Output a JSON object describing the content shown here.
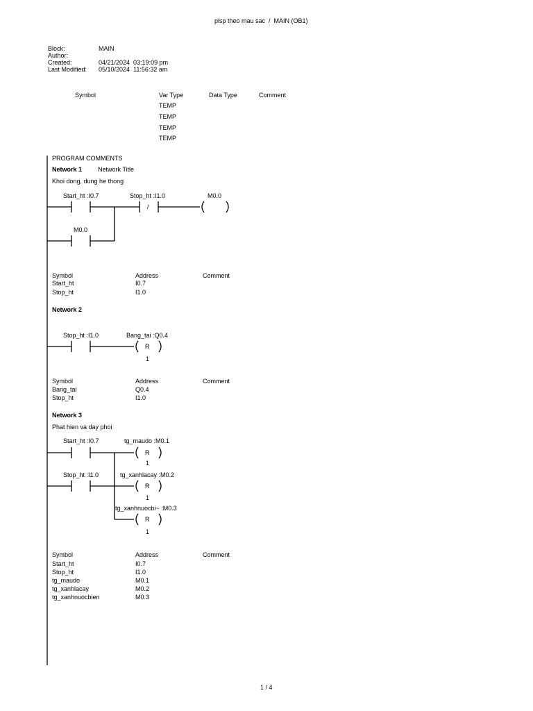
{
  "header": {
    "title": "plsp theo mau sac  /  MAIN (OB1)"
  },
  "block_info": {
    "block_label": "Block:",
    "block_value": "MAIN",
    "author_label": "Author:",
    "author_value": "",
    "created_label": "Created:",
    "created_value": "04/21/2024  03:19:09 pm",
    "modified_label": "Last Modified:",
    "modified_value": "05/10/2024  11:56:32 am"
  },
  "var_table": {
    "headers": [
      "Symbol",
      "Var Type",
      "Data Type",
      "Comment"
    ],
    "rows": [
      "TEMP",
      "TEMP",
      "TEMP",
      "TEMP"
    ]
  },
  "program_comments": "PROGRAM COMMENTS",
  "networks": [
    {
      "title": "Network 1",
      "subtitle": "Network Title",
      "comment": "Khoi dong, dung he thong",
      "labels": {
        "c1": "Start_ht :I0.7",
        "c2": "Stop_ht :I1.0",
        "c2_mark": "/",
        "coil": "M0.0",
        "c3": "M0.0"
      },
      "symbol_table": {
        "headers": [
          "Symbol",
          "Address",
          "Comment"
        ],
        "rows": [
          [
            "Start_ht",
            "I0.7"
          ],
          [
            "Stop_ht",
            "I1.0"
          ]
        ]
      }
    },
    {
      "title": "Network 2",
      "labels": {
        "c1": "Stop_ht :I1.0",
        "coil": "Bang_tai :Q0.4",
        "coil_type": "R",
        "coil_n": "1"
      },
      "symbol_table": {
        "headers": [
          "Symbol",
          "Address",
          "Comment"
        ],
        "rows": [
          [
            "Bang_tai",
            "Q0.4"
          ],
          [
            "Stop_ht",
            "I1.0"
          ]
        ]
      }
    },
    {
      "title": "Network 3",
      "comment": "Phat hien va day phoi",
      "labels": {
        "c1": "Start_ht :I0.7",
        "c2": "Stop_ht :I1.0",
        "coil1": "tg_maudo  :M0.1",
        "coil2": "tg_xanhlacay  :M0.2",
        "coil3": "tg_xanhnuocbi~  :M0.3",
        "coil_type": "R",
        "coil_n": "1"
      },
      "symbol_table": {
        "headers": [
          "Symbol",
          "Address",
          "Comment"
        ],
        "rows": [
          [
            "Start_ht",
            "I0.7"
          ],
          [
            "Stop_ht",
            "I1.0"
          ],
          [
            "tg_maudo",
            "M0.1"
          ],
          [
            "tg_xanhlacay",
            "M0.2"
          ],
          [
            "tg_xanhnuocbien",
            "M0.3"
          ]
        ]
      }
    }
  ],
  "footer": {
    "page": "1 / 4"
  }
}
